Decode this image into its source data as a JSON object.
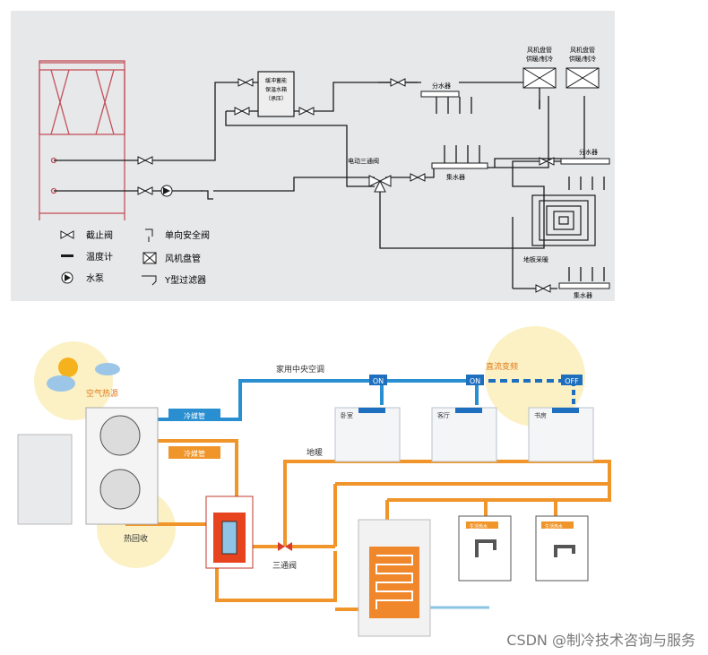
{
  "top": {
    "buffer_tank": [
      "缓冲蓄能",
      "保温水箱",
      "（承压）"
    ],
    "distributor_1": "分水器",
    "fan_coil_1": [
      "风机盘管",
      "供暖/制冷"
    ],
    "fan_coil_2": [
      "风机盘管",
      "供暖/制冷"
    ],
    "three_way_valve": "电动三通阀",
    "collector_1": "集水器",
    "distributor_2": "分水器",
    "floor_heating": "地板采暖",
    "collector_2": "集水器",
    "legend": {
      "stop_valve": "截止阀",
      "check_valve": "单向安全阀",
      "thermometer": "温度计",
      "fan_coil": "风机盘管",
      "pump": "水泵",
      "y_filter": "Y型过滤器"
    }
  },
  "bottom": {
    "air_source": "空气热源",
    "cold_pipe": "冷媒管",
    "hot_pipe": "冷媒管",
    "home_ac": "家用中央空调",
    "dc_inverter": "直流变频",
    "floor_heat": "地暖",
    "heat_recovery": "热回收",
    "three_way": "三通阀",
    "room_1": "卧室",
    "room_2": "客厅",
    "room_3": "书房",
    "on_1": "ON",
    "on_2": "ON",
    "off_1": "OFF",
    "tap_1": "生活热水",
    "tap_2": "生活热水"
  },
  "watermark": "CSDN @制冷技术咨询与服务",
  "colors": {
    "top_bg": "#e6e8ea",
    "pipe_dark": "#1a1a1a",
    "cold_blue": "#2a8fd0",
    "hot_orange": "#f0952a",
    "unit_red": "#c4505a",
    "sun_yellow": "#fbf1c4",
    "on_blue": "#1f6fbf"
  }
}
